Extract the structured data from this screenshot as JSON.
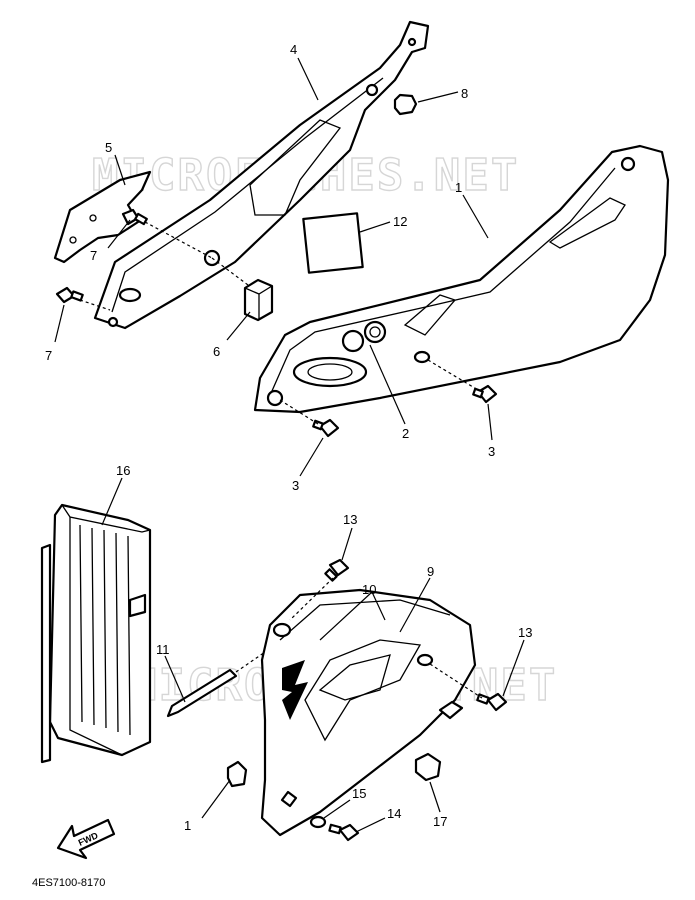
{
  "watermark": "MICROFICHES.NET",
  "diagram_code": "4ES7100-8170",
  "fwd_label": "FWD",
  "callouts": {
    "c1_top": "1",
    "c2": "2",
    "c3_right": "3",
    "c3_left": "3",
    "c4": "4",
    "c5": "5",
    "c6": "6",
    "c7_upper": "7",
    "c7_lower": "7",
    "c8": "8",
    "c12": "12",
    "c16": "16",
    "c13_top": "13",
    "c13_right": "13",
    "c10": "10",
    "c9": "9",
    "c11": "11",
    "c1_bottom": "1",
    "c15": "15",
    "c14": "14",
    "c17": "17"
  }
}
